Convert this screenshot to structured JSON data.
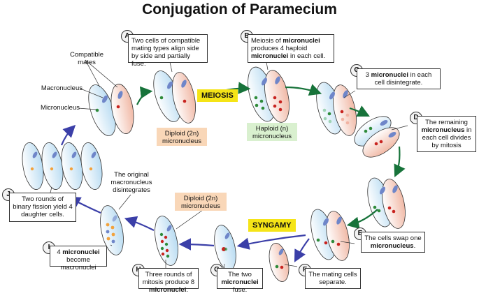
{
  "title": "Conjugation of Paramecium",
  "labels": {
    "compatible_mates": "Compatible\nmates",
    "macronucleus": "Macronucleus",
    "micronucleus": "Micronucleus",
    "original_macro": "The original\nmacronucleus\ndisintegrates"
  },
  "steps": {
    "A": {
      "letter": "A",
      "pre": "Two cells of compatible mating types align side by side and partially fuse."
    },
    "B": {
      "letter": "B",
      "pre": "Meiosis of ",
      "b1": "micronuclei",
      "mid": " produces 4 haploid ",
      "b2": "micronuclei",
      "post": " in each cell."
    },
    "C": {
      "letter": "C",
      "pre": "3 ",
      "b1": "micronuclei",
      "post": " in each cell disintegrate."
    },
    "D": {
      "letter": "D",
      "pre": "The remaining ",
      "b1": "micronucleus",
      "post": " in each cell divides by mitosis"
    },
    "E": {
      "letter": "E",
      "pre": "The cells swap one ",
      "b1": "micronucleus",
      "post": "."
    },
    "F": {
      "letter": "F",
      "pre": "The mating cells separate."
    },
    "G": {
      "letter": "G",
      "pre": "The two ",
      "b1": "micronuclei",
      "post": " fuse."
    },
    "H": {
      "letter": "H",
      "pre": "Three rounds of mitosis produce 8 ",
      "b1": "micronuclei",
      "post": "."
    },
    "I": {
      "letter": "I",
      "pre": "4 ",
      "b1": "micronuclei",
      "post": " become macronuclei"
    },
    "J": {
      "letter": "J",
      "pre": "Two rounds of binary fission yield 4 daughter cells."
    }
  },
  "tags": {
    "meiosis": "MEIOSIS",
    "syngamy": "SYNGAMY",
    "diploid_top": "Diploid (2n)\nmicronucleus",
    "haploid": "Haploid (n)\nmicronucleus",
    "diploid_mid": "Diploid (2n)\nmicronucleus"
  },
  "colors": {
    "cell_blue": "#d7ebf7",
    "cell_pink": "#f6d3c8",
    "macro": "#6f86c9",
    "micro_green": "#2e8b3a",
    "micro_red": "#c8231f",
    "micro_orange": "#f2a23c",
    "arrow_green": "#17733a",
    "arrow_blue": "#3b3fa8"
  }
}
